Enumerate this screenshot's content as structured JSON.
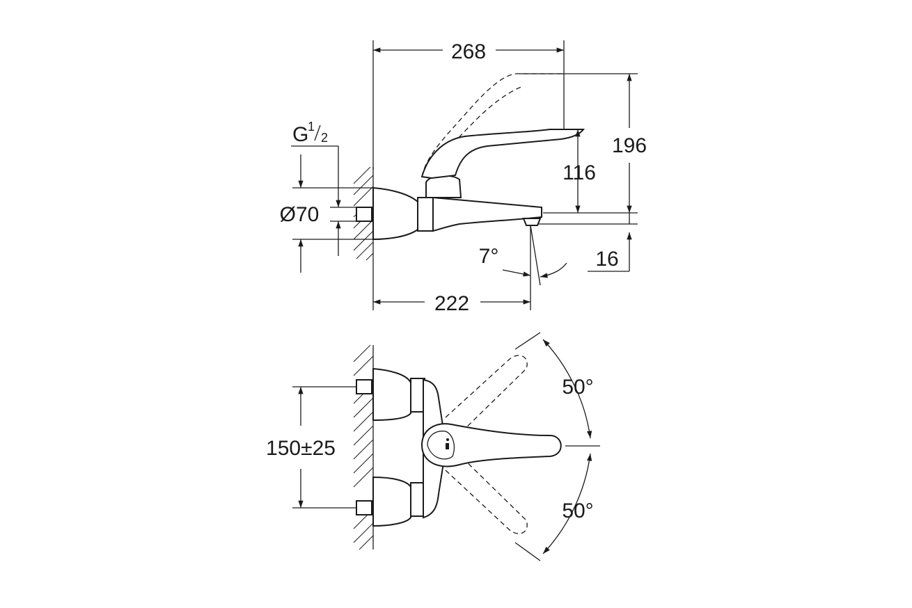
{
  "dimensions": {
    "overall_length": "268",
    "total_height": "196",
    "handle_height": "116",
    "connection_thread": "G",
    "thread_fraction_num": "1",
    "thread_fraction_den": "2",
    "rosette_diameter": "Ø70",
    "spout_angle": "7°",
    "spout_height": "16",
    "spout_reach": "222",
    "handle_rotation_up": "50°",
    "handle_rotation_down": "50°",
    "center_distance": "150±25"
  }
}
